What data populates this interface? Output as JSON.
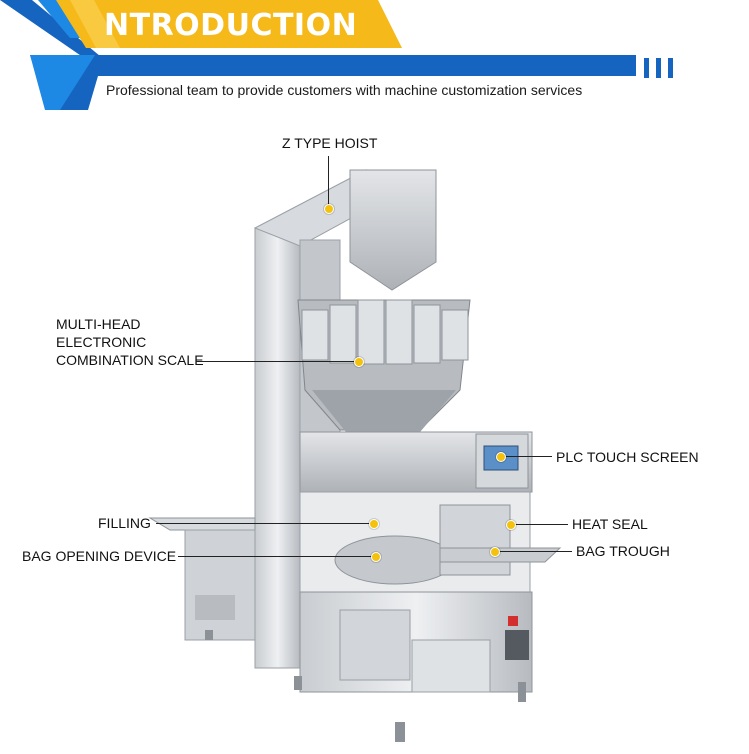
{
  "header": {
    "title": "NTRODUCTION",
    "subtitle": "Professional team to provide customers with machine customization services",
    "colors": {
      "blue": "#1565c0",
      "yellow": "#f6b91a",
      "dark_blue": "#0d47a1"
    }
  },
  "callouts": {
    "z_hoist": "Z TYPE HOIST",
    "scale": [
      "MULTI-HEAD",
      "ELECTRONIC",
      "COMBINATION SCALE"
    ],
    "plc": "PLC TOUCH SCREEN",
    "filling": "FILLING",
    "heat_seal": "HEAT SEAL",
    "bag_opening": "BAG OPENING DEVICE",
    "bag_trough": "BAG TROUGH"
  }
}
